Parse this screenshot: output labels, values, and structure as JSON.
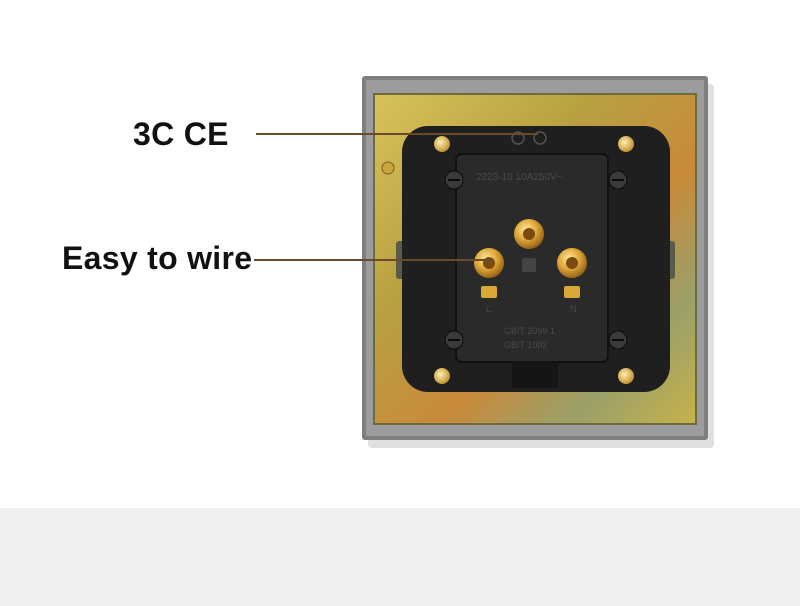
{
  "callouts": [
    {
      "label": "3C CE"
    },
    {
      "label": "Easy to wire"
    }
  ],
  "socket": {
    "markings": [
      "2223-10 10A250V~",
      "GB/T 2099.1",
      "GB/T 1002"
    ],
    "terminals": [
      "L",
      "N"
    ]
  },
  "colors": {
    "background": "#ffffff",
    "bottom_band": "#efefef",
    "frame_metal": "#c9a63a",
    "socket_body": "#1e1e1e",
    "brass_terminal": "#d9a734",
    "callout_line": "#6b4a2a"
  }
}
